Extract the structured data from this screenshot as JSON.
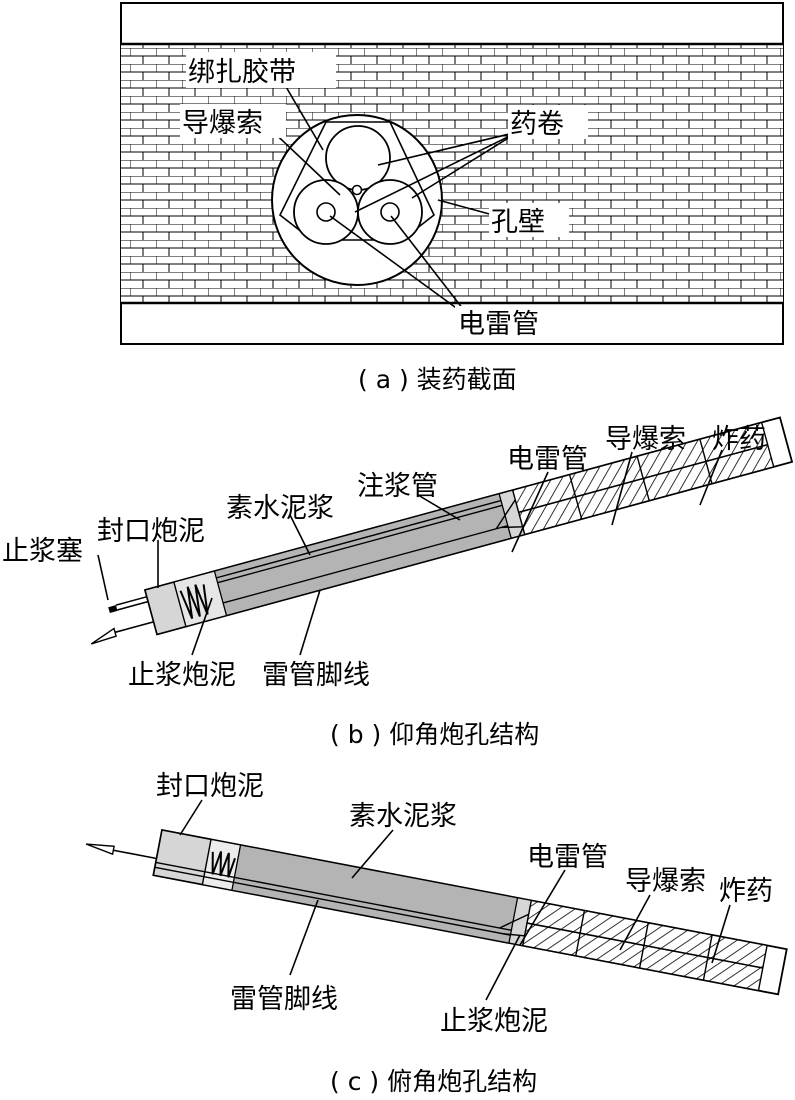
{
  "panel_a": {
    "labels": {
      "tape": "绑扎胶带",
      "detonating_cord": "导爆索",
      "cartridge": "药卷",
      "hole_wall": "孔壁",
      "detonator": "电雷管"
    },
    "caption": "( a ) 装药截面"
  },
  "panel_b": {
    "labels": {
      "grout_plug": "止浆塞",
      "seal_stemming": "封口炮泥",
      "cement_slurry": "素水泥浆",
      "grout_pipe": "注浆管",
      "detonator": "电雷管",
      "detonating_cord": "导爆索",
      "explosive": "炸药",
      "stop_stemming": "止浆炮泥",
      "leg_wire": "雷管脚线"
    },
    "caption": "( b ) 仰角炮孔结构"
  },
  "panel_c": {
    "labels": {
      "seal_stemming": "封口炮泥",
      "cement_slurry": "素水泥浆",
      "detonator": "电雷管",
      "detonating_cord": "导爆索",
      "explosive": "炸药",
      "leg_wire": "雷管脚线",
      "stop_stemming": "止浆炮泥"
    },
    "caption": "( c ) 俯角炮孔结构"
  },
  "colors": {
    "slurry": "#b4b4b4",
    "stemming": "#d6d6d6",
    "line": "#000000",
    "background": "#ffffff"
  }
}
